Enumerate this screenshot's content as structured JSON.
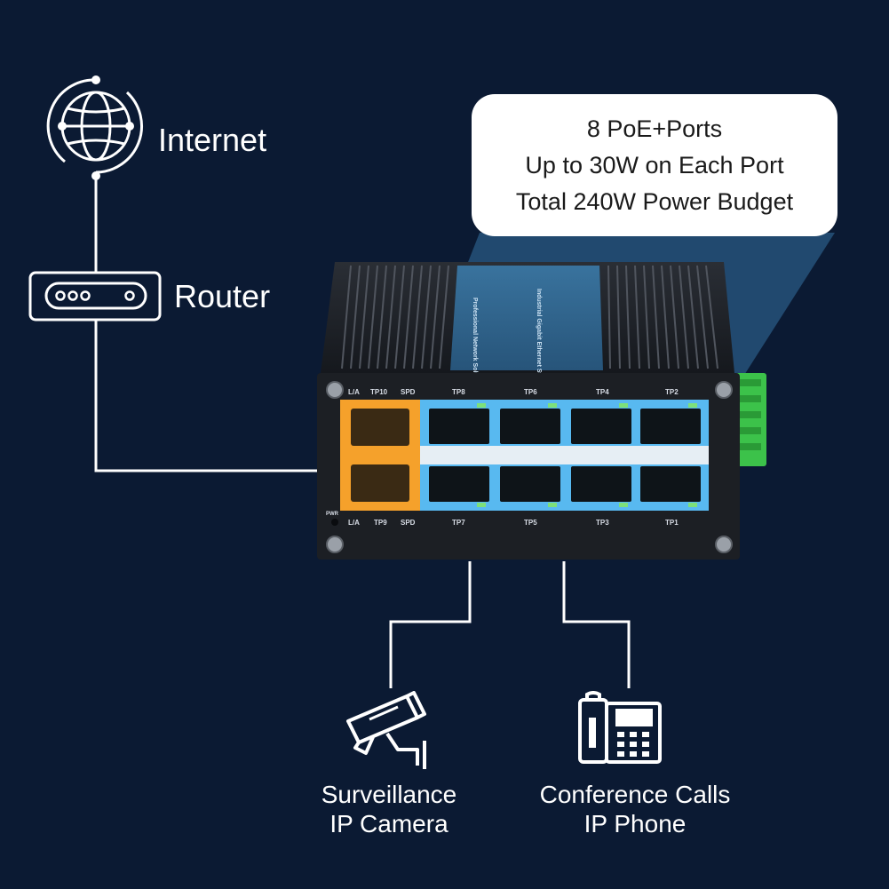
{
  "labels": {
    "internet": "Internet",
    "router": "Router"
  },
  "bubble": {
    "line1": "8 PoE+Ports",
    "line2": "Up to 30W on Each Port",
    "line3": "Total 240W Power Budget"
  },
  "switch": {
    "top_ports": [
      "L/A",
      "TP10",
      "SPD",
      "TP8",
      "TP6",
      "TP4",
      "TP2"
    ],
    "bottom_ports": [
      "L/A",
      "TP9",
      "SPD",
      "TP7",
      "TP5",
      "TP3",
      "TP1"
    ],
    "pwr_label": "PWR",
    "brand_line1": "Professional Network Solution",
    "brand_line2": "Industrial Gigabit Ethernet Switch"
  },
  "devices": {
    "camera": {
      "line1": "Surveillance",
      "line2": "IP Camera"
    },
    "phone": {
      "line1": "Conference Calls",
      "line2": "IP Phone"
    }
  },
  "colors": {
    "background": "#0b1a33",
    "sfp_orange": "#f5a12b",
    "poe_blue": "#58b9f0",
    "terminal_green": "#3cc24a"
  },
  "icons": [
    "globe-icon",
    "router-icon",
    "camera-icon",
    "phone-icon"
  ]
}
